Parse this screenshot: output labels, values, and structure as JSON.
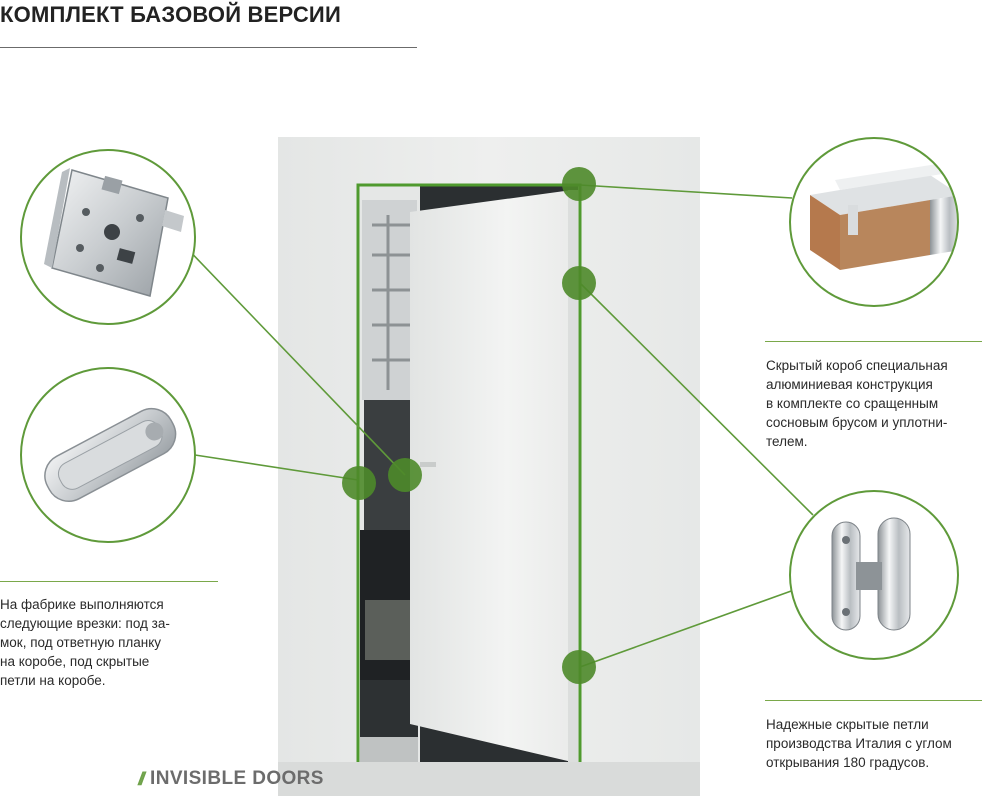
{
  "page": {
    "title": "КОМПЛЕКТ БАЗОВОЙ ВЕРСИИ"
  },
  "callouts": {
    "left": "На фабрике выполняются\nследующие врезки: под за-\nмок, под ответную планку\nна коробе, под скрытые\nпетли на коробе.",
    "right_top": "Скрытый короб  специальная\nалюминиевая конструкция\nв комплекте со сращенным\nсосновым брусом и уплотни-\nтелем.",
    "right_bottom": "Надежные скрытые петли\nпроизводства Италия с углом\nоткрывания 180 градусов."
  },
  "brand": {
    "mark": "//",
    "name": "INVISIBLE DOORS"
  },
  "colors": {
    "accent_green": "#5f9a3a",
    "marker_green": "#4e8a2a",
    "wall": "#e9ebea",
    "door": "#f1f2f1"
  },
  "icons": [
    "door-lock-icon",
    "strike-plate-icon",
    "hidden-frame-profile-icon",
    "concealed-hinge-icon"
  ]
}
